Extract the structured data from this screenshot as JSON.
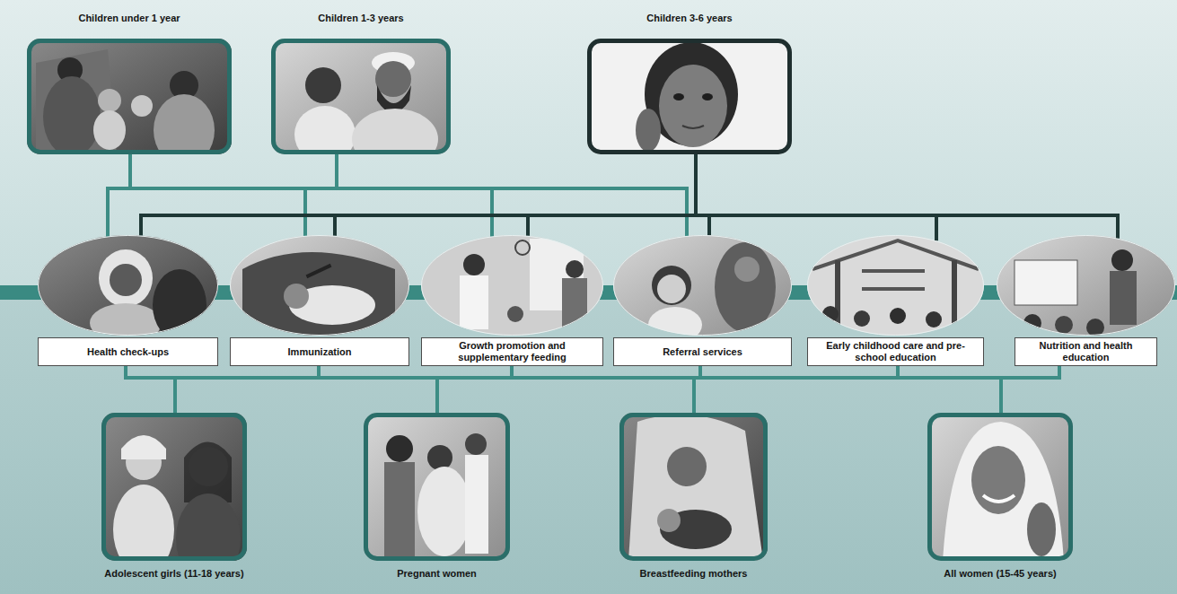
{
  "diagram": {
    "nodes": [
      {
        "text": [
          "Children under 1 year"
        ]
      },
      {
        "text": [
          "Children 1-3 years"
        ]
      },
      {
        "text": [
          "Children 3-6 years"
        ]
      },
      {
        "text": [
          "Health check-ups"
        ]
      },
      {
        "text": [
          "Immunization"
        ]
      },
      {
        "text": [
          "Growth promotion and supplementary feeding"
        ]
      },
      {
        "text": [
          "Referral services"
        ]
      },
      {
        "text": [
          "Early childhood care and pre-school education"
        ]
      },
      {
        "text": [
          "Nutrition and health education"
        ]
      },
      {
        "text": [
          "Adolescent girls (11-18 years)"
        ]
      },
      {
        "text": [
          "Pregnant women"
        ]
      },
      {
        "text": [
          "Breastfeeding mothers"
        ]
      },
      {
        "text": [
          "All women (15-45 years)"
        ]
      }
    ],
    "edges": [
      {
        "from": 0,
        "to": 3,
        "arrow": "none"
      },
      {
        "from": 0,
        "to": 4,
        "arrow": "none"
      },
      {
        "from": 0,
        "to": 5,
        "arrow": "none"
      },
      {
        "from": 0,
        "to": 6,
        "arrow": "none"
      },
      {
        "from": 1,
        "to": 3,
        "arrow": "none"
      },
      {
        "from": 1,
        "to": 4,
        "arrow": "none"
      },
      {
        "from": 1,
        "to": 5,
        "arrow": "none"
      },
      {
        "from": 1,
        "to": 6,
        "arrow": "none"
      },
      {
        "from": 2,
        "to": 3,
        "arrow": "none"
      },
      {
        "from": 2,
        "to": 4,
        "arrow": "none"
      },
      {
        "from": 2,
        "to": 5,
        "arrow": "none"
      },
      {
        "from": 2,
        "to": 6,
        "arrow": "none"
      },
      {
        "from": 2,
        "to": 7,
        "arrow": "none"
      },
      {
        "from": 2,
        "to": 8,
        "arrow": "none"
      },
      {
        "from": 3,
        "to": 9,
        "arrow": "none"
      },
      {
        "from": 3,
        "to": 10,
        "arrow": "none"
      },
      {
        "from": 3,
        "to": 11,
        "arrow": "none"
      },
      {
        "from": 3,
        "to": 12,
        "arrow": "none"
      },
      {
        "from": 4,
        "to": 9,
        "arrow": "none"
      },
      {
        "from": 4,
        "to": 10,
        "arrow": "none"
      },
      {
        "from": 4,
        "to": 11,
        "arrow": "none"
      },
      {
        "from": 4,
        "to": 12,
        "arrow": "none"
      },
      {
        "from": 5,
        "to": 9,
        "arrow": "none"
      },
      {
        "from": 5,
        "to": 10,
        "arrow": "none"
      },
      {
        "from": 5,
        "to": 11,
        "arrow": "none"
      },
      {
        "from": 5,
        "to": 12,
        "arrow": "none"
      },
      {
        "from": 6,
        "to": 9,
        "arrow": "none"
      },
      {
        "from": 6,
        "to": 10,
        "arrow": "none"
      },
      {
        "from": 6,
        "to": 11,
        "arrow": "none"
      },
      {
        "from": 6,
        "to": 12,
        "arrow": "none"
      },
      {
        "from": 7,
        "to": 9,
        "arrow": "none"
      },
      {
        "from": 7,
        "to": 10,
        "arrow": "none"
      },
      {
        "from": 7,
        "to": 11,
        "arrow": "none"
      },
      {
        "from": 7,
        "to": 12,
        "arrow": "none"
      },
      {
        "from": 8,
        "to": 9,
        "arrow": "none"
      },
      {
        "from": 8,
        "to": 10,
        "arrow": "none"
      },
      {
        "from": 8,
        "to": 11,
        "arrow": "none"
      },
      {
        "from": 8,
        "to": 12,
        "arrow": "none"
      }
    ]
  }
}
